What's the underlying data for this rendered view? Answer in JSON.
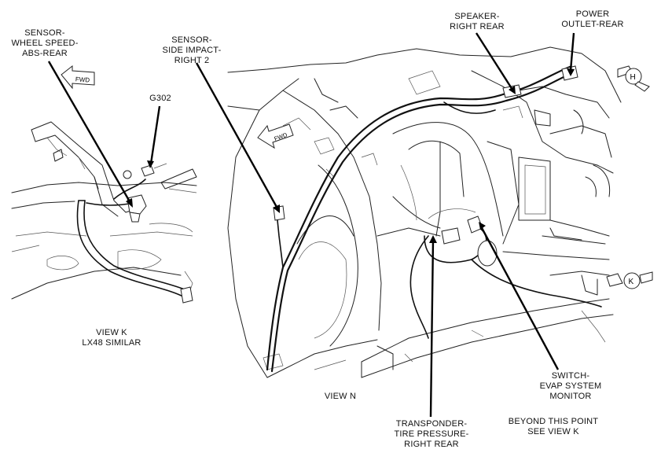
{
  "labels": {
    "sensor_wheel_speed": [
      "SENSOR-",
      "WHEEL SPEED-",
      "ABS-REAR"
    ],
    "sensor_side_impact": [
      "SENSOR-",
      "SIDE IMPACT-",
      "RIGHT 2"
    ],
    "g302": "G302",
    "speaker_right_rear": [
      "SPEAKER-",
      "RIGHT REAR"
    ],
    "power_outlet_rear": [
      "POWER",
      "OUTLET-REAR"
    ],
    "switch_evap": [
      "SWITCH-",
      "EVAP SYSTEM",
      "MONITOR"
    ],
    "transponder": [
      "TRANSPONDER-",
      "TIRE PRESSURE-",
      "RIGHT REAR"
    ],
    "view_k": [
      "VIEW K",
      "LX48 SIMILAR"
    ],
    "view_n": "VIEW N",
    "beyond": [
      "BEYOND THIS POINT",
      "SEE VIEW K"
    ]
  },
  "badges": {
    "fwd_left": "FWD",
    "fwd_main": "FWD",
    "view_h": "H",
    "view_k": "K"
  }
}
